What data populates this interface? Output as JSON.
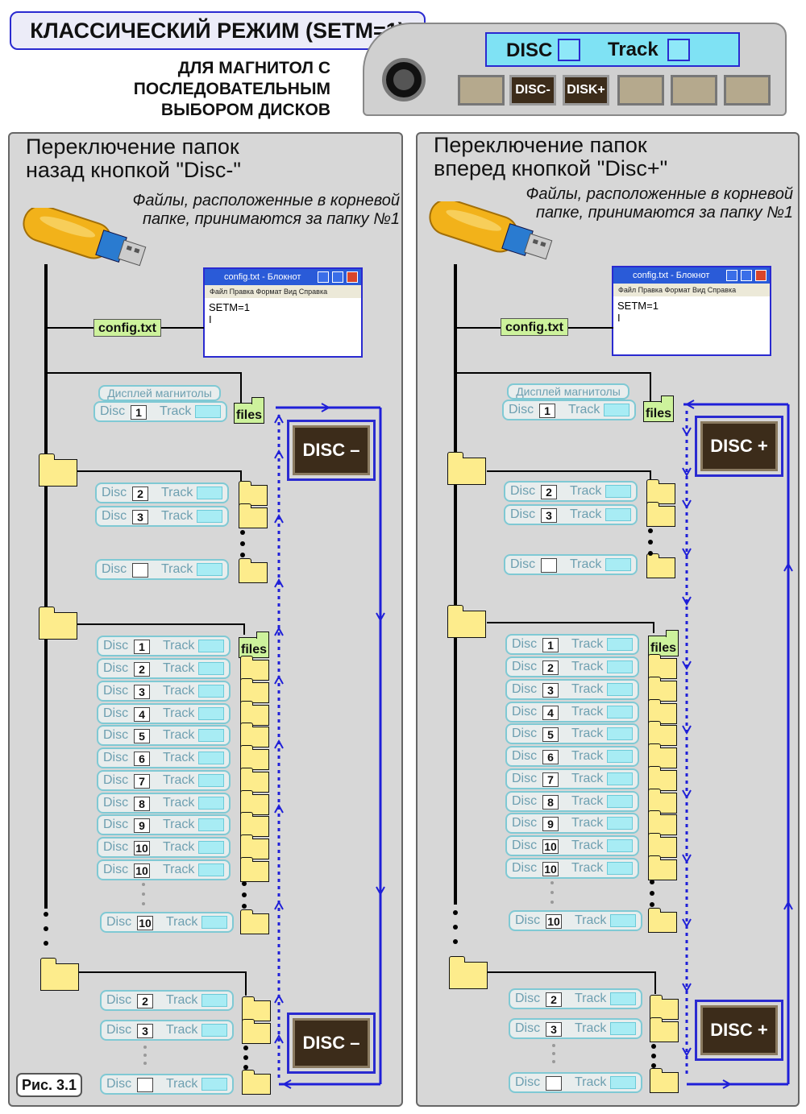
{
  "header": {
    "title": "КЛАССИЧЕСКИЙ РЕЖИМ (SETM=1)",
    "subtitle": [
      "ДЛЯ МАГНИТОЛ С",
      "ПОСЛЕДОВАТЕЛЬНЫМ",
      "ВЫБОРОМ ДИСКОВ"
    ]
  },
  "device": {
    "lcd_disc": "DISC",
    "lcd_track": "Track",
    "btn_disc_minus": "DISC-",
    "btn_disk_plus": "DISK+"
  },
  "left": {
    "heading": [
      "Переключение папок",
      "назад кнопкой \"Disc-\""
    ],
    "note": [
      "Файлы, расположенные в корневой",
      "папке, принимаются за папку №1"
    ],
    "button": "DISC –"
  },
  "right": {
    "heading": [
      "Переключение папок",
      "вперед кнопкой \"Disc+\""
    ],
    "note": [
      "Файлы, расположенные в корневой",
      "папке, принимаются за папку №1"
    ],
    "button": "DISC +"
  },
  "notepad": {
    "title": "config.txt - Блокнот",
    "menu": "Файл   Правка   Формат   Вид   Справка",
    "content": "SETM=1",
    "cursor": "I"
  },
  "config_label": "config.txt",
  "display_label": "Дисплей магнитолы",
  "files_label": "files",
  "row_disc": "Disc",
  "row_track": "Track",
  "folder1_rows": [
    "1"
  ],
  "folder2_rows": [
    "2",
    "3",
    ""
  ],
  "folder3_rows": [
    "1",
    "2",
    "3",
    "4",
    "5",
    "6",
    "7",
    "8",
    "9",
    "10",
    "10",
    "10"
  ],
  "folder4_rows": [
    "2",
    "3",
    ""
  ],
  "figure": "Рис. 3.1"
}
